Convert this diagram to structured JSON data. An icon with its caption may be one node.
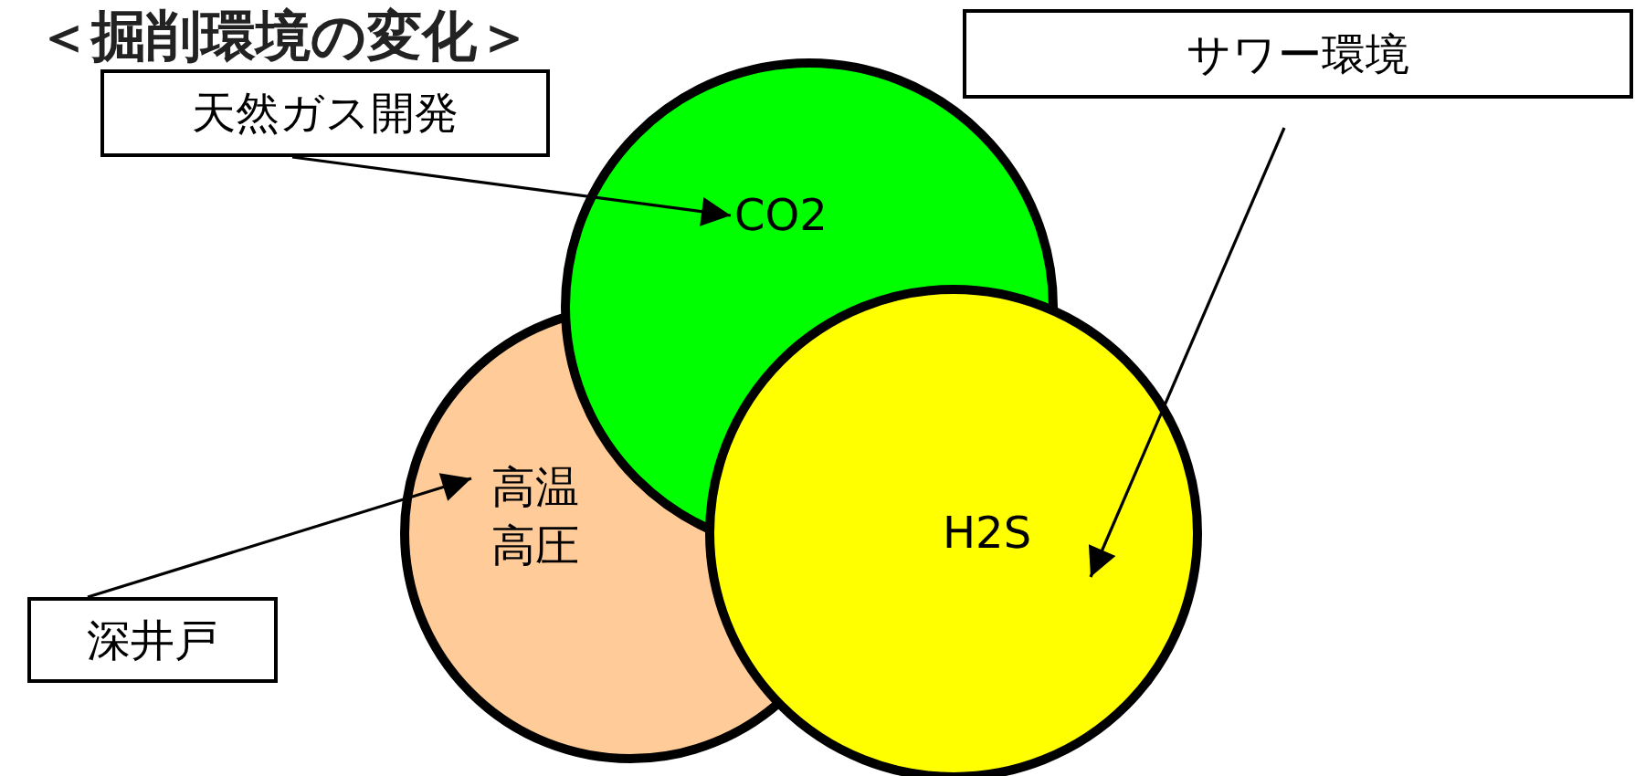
{
  "diagram": {
    "title": "＜掘削環境の変化＞",
    "nodes": [
      {
        "text": [
          "サワー環境"
        ]
      },
      {
        "text": [
          "天然ガス開発"
        ]
      },
      {
        "text": [
          "CO2"
        ]
      },
      {
        "text": [
          "高温高圧"
        ]
      },
      {
        "text": [
          "H2S"
        ]
      },
      {
        "text": [
          "深井戸"
        ]
      }
    ],
    "edges": [
      {
        "from": 1,
        "to": 2,
        "arrow": "to"
      },
      {
        "from": 0,
        "to": 4,
        "arrow": "to"
      },
      {
        "from": 5,
        "to": 3,
        "arrow": "to"
      }
    ]
  }
}
